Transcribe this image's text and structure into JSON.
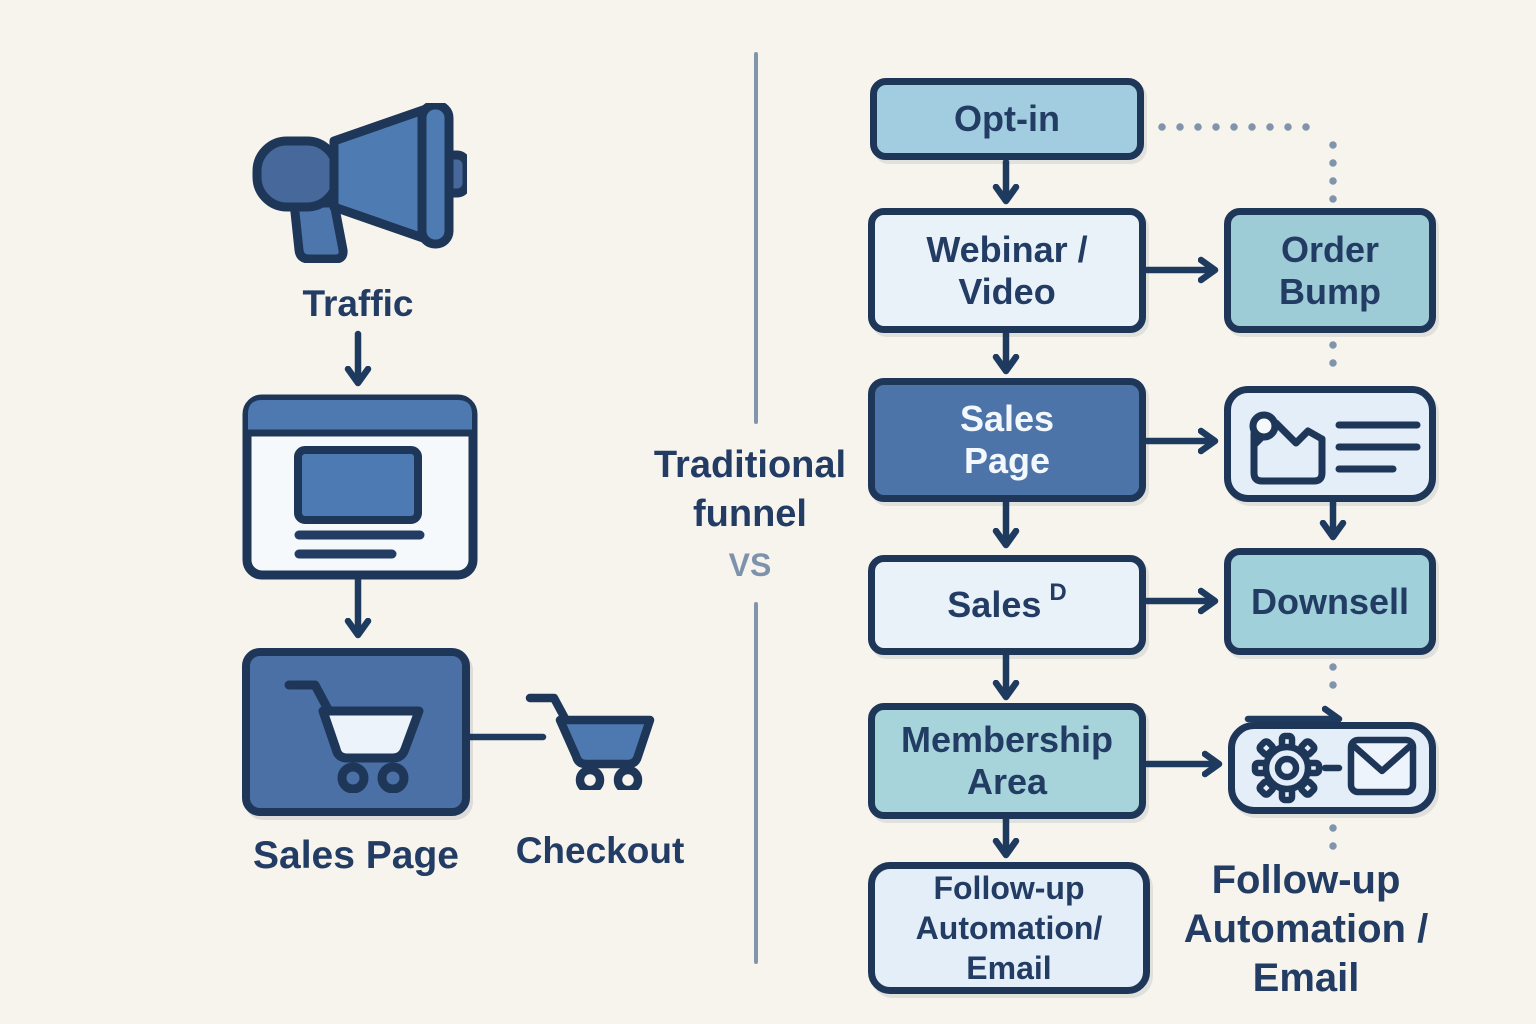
{
  "meta": {
    "description": "Comparison diagram: traditional sales funnel vs expanded funnel flowchart",
    "colors": {
      "background": "#f7f4ee",
      "ink_navy": "#223c64",
      "border_navy": "#1e3658",
      "arrow_navy": "#1e3a5f",
      "muted_blue_gray": "#8296ab",
      "optin_fill": "#a2cde1",
      "light_panel_fill": "#e9f1f9",
      "teal_fill": "#9dccd6",
      "teal_light_fill": "#a6d4da",
      "solid_blue_fill": "#4d74a9",
      "icon_card_fill": "#e4eef8",
      "left_icon_blue": "#4e7cb2",
      "left_icon_blue_dark": "#47689b"
    }
  },
  "left_funnel": {
    "traffic_label": "Traffic",
    "sales_page_label": "Sales Page",
    "checkout_label": "Checkout",
    "icons": {
      "megaphone": "megaphone-icon",
      "browser": "browser-window-icon",
      "cart": "shopping-cart-icon",
      "checkout_cart": "shopping-cart-icon"
    }
  },
  "center": {
    "title": "Traditional\nfunnel",
    "vs_label": "VS"
  },
  "right_funnel": {
    "main_nodes": [
      {
        "id": "opt-in",
        "label": "Opt-in"
      },
      {
        "id": "webinar-video",
        "label": "Webinar /\nVideo"
      },
      {
        "id": "sales-page",
        "label": "Sales\nPage"
      },
      {
        "id": "sales-d",
        "label": "Sales",
        "superscript": "D"
      },
      {
        "id": "membership-area",
        "label": "Membership\nArea"
      },
      {
        "id": "follow-up",
        "label": "Follow-up\nAutomation/\nEmail"
      }
    ],
    "side_nodes": [
      {
        "id": "order-bump",
        "label": "Order\nBump"
      },
      {
        "id": "offer-card",
        "icon": "image-with-text-lines-icon"
      },
      {
        "id": "downsell",
        "label": "Downsell"
      },
      {
        "id": "automation-card",
        "icon": "gear-and-envelope-icon"
      }
    ],
    "side_caption": "Follow-up\nAutomation /\nEmail"
  }
}
